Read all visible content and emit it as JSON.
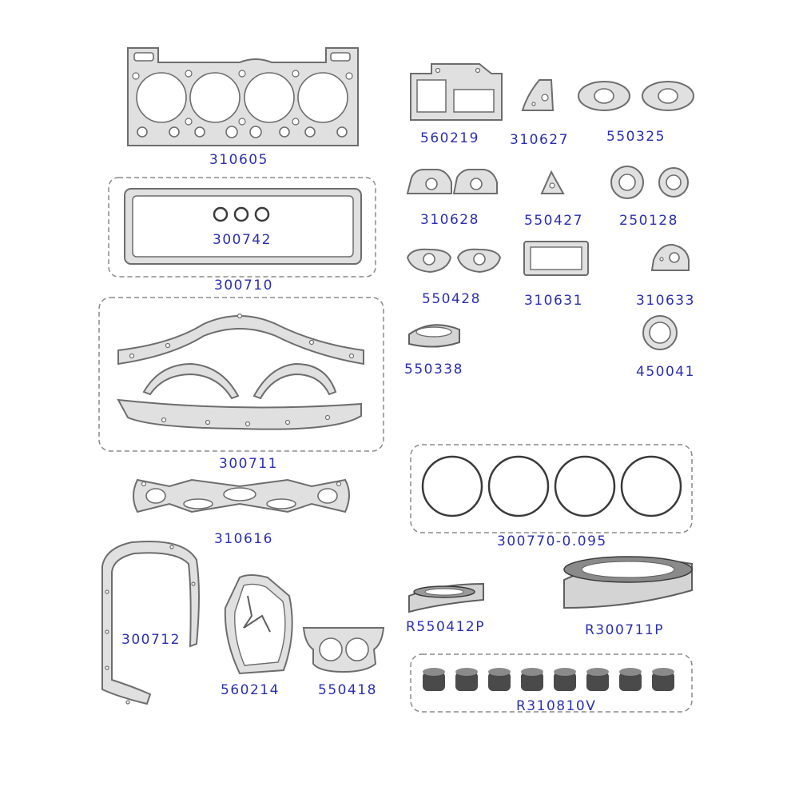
{
  "diagram": {
    "parts": [
      {
        "id": "p310605",
        "label": "310605"
      },
      {
        "id": "p300742",
        "label": "300742"
      },
      {
        "id": "p300710",
        "label": "300710"
      },
      {
        "id": "p300711",
        "label": "300711"
      },
      {
        "id": "p310616",
        "label": "310616"
      },
      {
        "id": "p300712",
        "label": "300712"
      },
      {
        "id": "p560214",
        "label": "560214"
      },
      {
        "id": "p550418",
        "label": "550418"
      },
      {
        "id": "p560219",
        "label": "560219"
      },
      {
        "id": "p310627",
        "label": "310627"
      },
      {
        "id": "p550325",
        "label": "550325"
      },
      {
        "id": "p310628",
        "label": "310628"
      },
      {
        "id": "p550427",
        "label": "550427"
      },
      {
        "id": "p250128",
        "label": "250128"
      },
      {
        "id": "p550428",
        "label": "550428"
      },
      {
        "id": "p310631",
        "label": "310631"
      },
      {
        "id": "p310633",
        "label": "310633"
      },
      {
        "id": "p550338",
        "label": "550338"
      },
      {
        "id": "p450041",
        "label": "450041"
      },
      {
        "id": "p300770",
        "label": "300770-0.095"
      },
      {
        "id": "pR550412P",
        "label": "R550412P"
      },
      {
        "id": "pR300711P",
        "label": "R300711P"
      },
      {
        "id": "pR310810V",
        "label": "R310810V"
      }
    ]
  },
  "colors": {
    "label": "#2b2fb0",
    "gasket_fill": "#e0e0e0",
    "gasket_stroke": "#6d6d6d",
    "seal_dark": "#3a3a3a"
  }
}
